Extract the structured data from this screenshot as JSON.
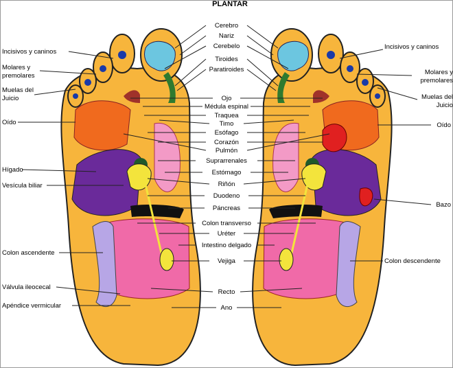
{
  "title": "PLANTAR",
  "center_labels": [
    "Cerebro",
    "Nariz",
    "Cerebelo",
    "Tiroides",
    "Paratiroides",
    "Ojo",
    "Médula espinal",
    "Traquea",
    "Timo",
    "Esófago",
    "Corazón",
    "Pulmón",
    "Suprarrenales",
    "Estómago",
    "Riñón",
    "Duodeno",
    "Páncreas",
    "Colon transverso",
    "Uréter",
    "Intestino delgado",
    "Vejiga",
    "Recto",
    "Ano"
  ],
  "left_labels": {
    "incisivos": "Incisivos y caninos",
    "molares_1": "Molares y",
    "molares_2": "premolares",
    "muelas_1": "Muelas del",
    "muelas_2": "Juicio",
    "oido": "Oído",
    "higado": "Hígado",
    "vesicula": "Vesícula biliar",
    "colon_asc": "Colon ascendente",
    "valvula": "Válvula ileocecal",
    "apendice": "Apéndice vermicular"
  },
  "right_labels": {
    "incisivos": "Incisivos y caninos",
    "molares_1": "Molares y",
    "molares_2": "premolares",
    "muelas_1": "Muelas del",
    "muelas_2": "Juicio",
    "oido": "Oído",
    "bazo": "Bazo",
    "colon_desc": "Colon descendente"
  },
  "colors": {
    "skin": "#f7b53c",
    "outline": "#222",
    "brain": "#6cc6e0",
    "lung": "#f06a1e",
    "liver": "#6a2a9a",
    "stomach": "#f39ac6",
    "kidney": "#f3e43c",
    "intestine": "#f06aa8",
    "colon": "#b7a6e6",
    "heart": "#e02020"
  }
}
